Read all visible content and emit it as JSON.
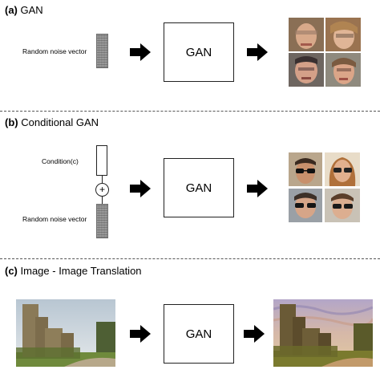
{
  "sections": {
    "a": {
      "tag": "(a)",
      "title": "GAN",
      "noise_label": "Random noise vector",
      "gan_label": "GAN"
    },
    "b": {
      "tag": "(b)",
      "title": "Conditional  GAN",
      "condition_label": "Condition(c)",
      "plus": "+",
      "noise_label": "Random noise vector",
      "gan_label": "GAN"
    },
    "c": {
      "tag": "(c)",
      "title": "Image  - Image Translation",
      "gan_label": "GAN"
    }
  },
  "colors": {
    "noise": "#8a8a8a",
    "arrow": "#000000",
    "border": "#222222"
  }
}
